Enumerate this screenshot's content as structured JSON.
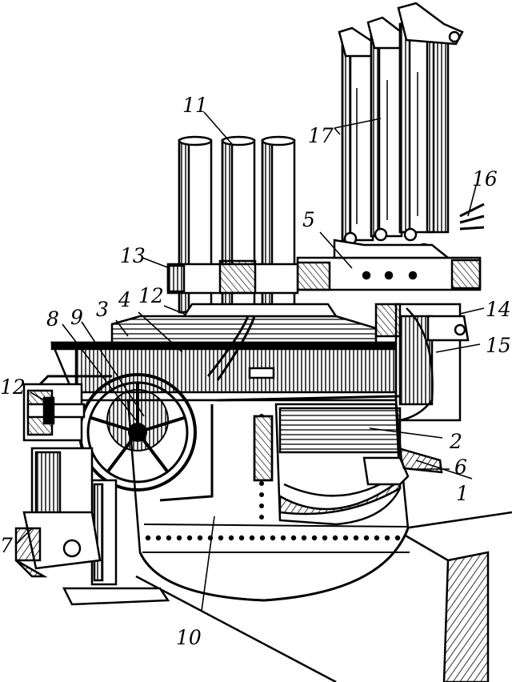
{
  "figure": {
    "callouts": [
      {
        "id": "c1",
        "text": "1"
      },
      {
        "id": "c2",
        "text": "2"
      },
      {
        "id": "c3",
        "text": "3"
      },
      {
        "id": "c4",
        "text": "4"
      },
      {
        "id": "c5",
        "text": "5"
      },
      {
        "id": "c6",
        "text": "6"
      },
      {
        "id": "c7",
        "text": "7"
      },
      {
        "id": "c8",
        "text": "8"
      },
      {
        "id": "c9",
        "text": "9"
      },
      {
        "id": "c10",
        "text": "10"
      },
      {
        "id": "c11",
        "text": "11"
      },
      {
        "id": "c12a",
        "text": "12"
      },
      {
        "id": "c12b",
        "text": "12"
      },
      {
        "id": "c13",
        "text": "13"
      },
      {
        "id": "c14",
        "text": "14"
      },
      {
        "id": "c15",
        "text": "15"
      },
      {
        "id": "c16",
        "text": "16"
      },
      {
        "id": "c17",
        "text": "17"
      }
    ]
  },
  "colors": {
    "ink": "#000000",
    "paper": "#ffffff"
  }
}
